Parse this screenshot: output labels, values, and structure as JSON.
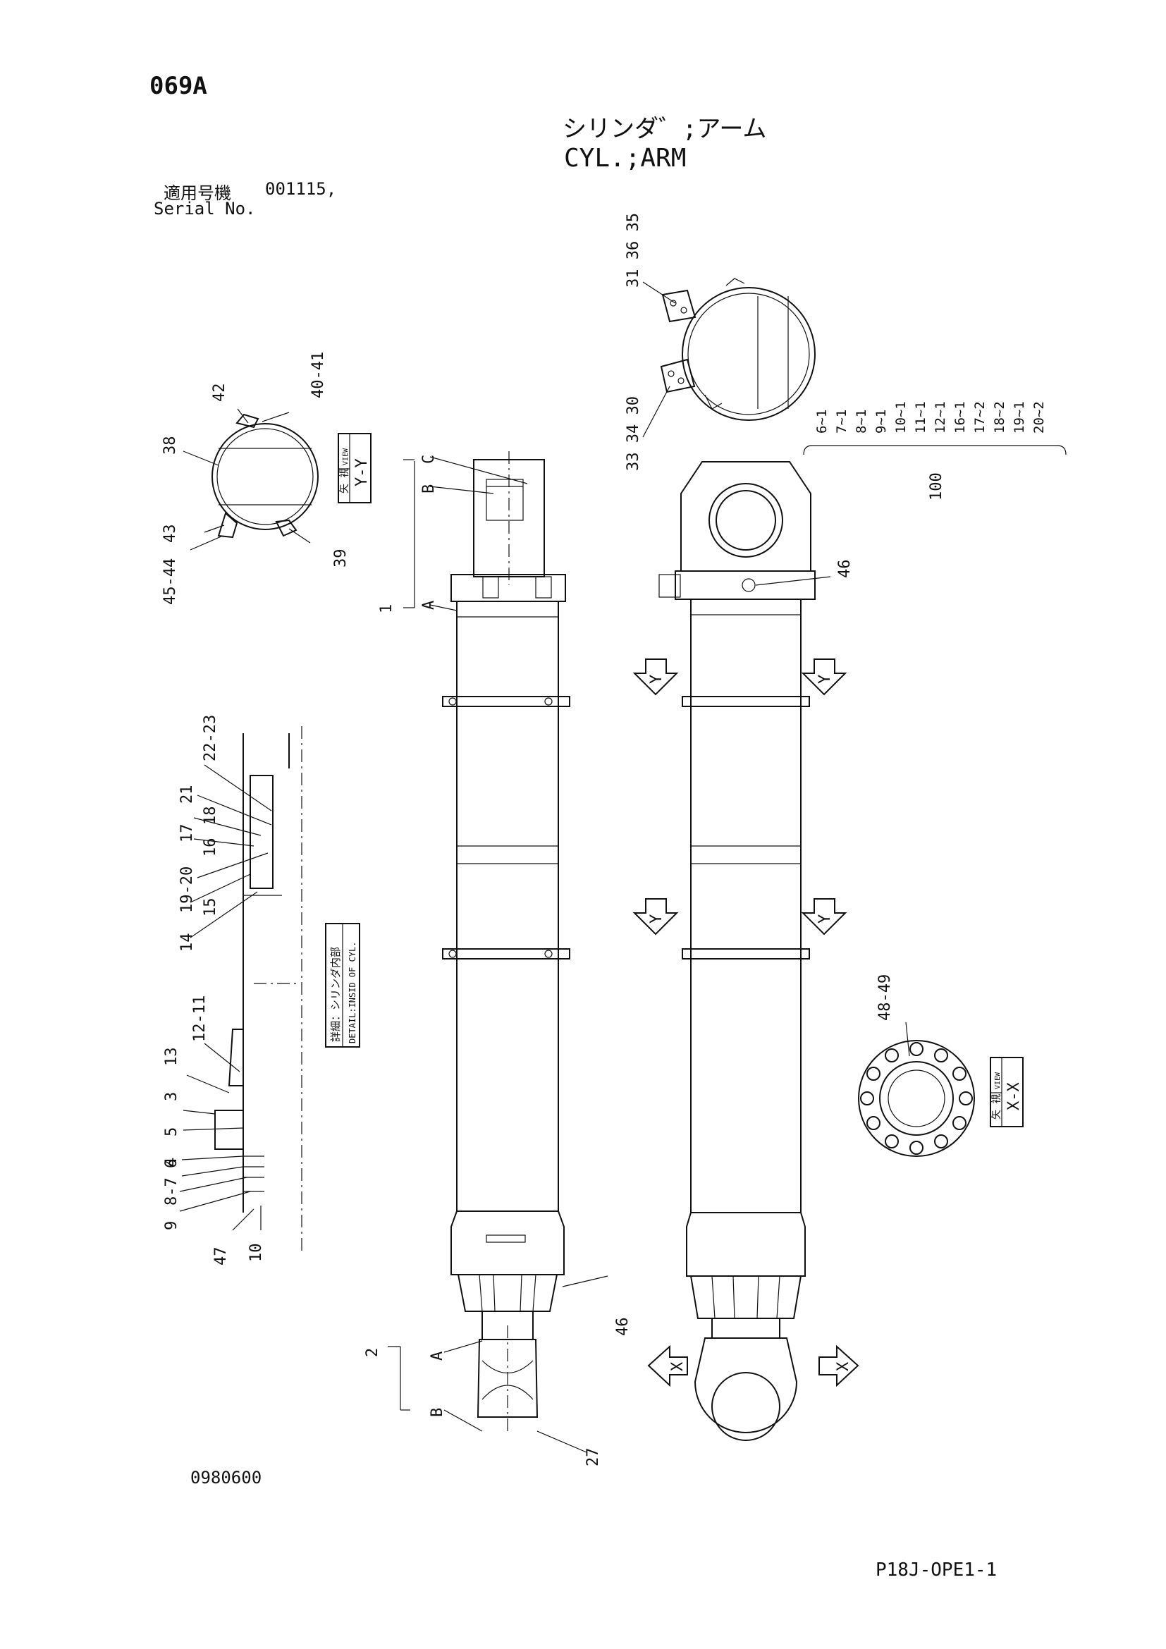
{
  "header": {
    "page_code": "069A",
    "title_jp": "シリンダ゛;アーム",
    "title_en": "CYL.;ARM",
    "serial_label_jp": "適用号機",
    "serial_value": "001115,",
    "serial_label_en": "Serial No."
  },
  "views": {
    "yy_kanji": "矢 視",
    "yy_view": "VIEW",
    "yy_name": "Y-Y",
    "xx_kanji": "矢 視",
    "xx_view": "VIEW",
    "xx_name": "X-X",
    "detail_jp": "詳細：シリンダ内部",
    "detail_en": "DETAIL:INSID OF CYL."
  },
  "callouts": {
    "c31": "31 36 35",
    "c33": "33 34 30",
    "c42": "42",
    "c4041": "40-41",
    "c38": "38",
    "c43": "43",
    "c4544": "45-44",
    "c39": "39",
    "c1": "1",
    "cA_top": "A",
    "cB_top": "B",
    "cC_top": "C",
    "c46_right": "46",
    "c46_left": "46",
    "c2": "2",
    "cA_bot": "A",
    "cB_bot": "B",
    "c27": "27",
    "c100": "100",
    "c4849": "48-49",
    "c2223": "22-23",
    "c21": "21",
    "c18": "18",
    "c17": "17",
    "c16": "16",
    "c1920": "19-20",
    "c15": "15",
    "c14": "14",
    "c1211": "12-11",
    "c13": "13",
    "c3": "3",
    "c5": "5",
    "c4": "4",
    "c876": "8-7 6",
    "c9": "9",
    "c47": "47",
    "c10": "10",
    "arrow_y": "Y",
    "arrow_x": "X"
  },
  "kit_list": [
    "6~1",
    "7~1",
    "8~1",
    "9~1",
    "10~1",
    "11~1",
    "12~1",
    "16~1",
    "17~2",
    "18~2",
    "19~1",
    "20~2"
  ],
  "footer": {
    "drawing_no": "0980600",
    "page_ref": "P18J-OPE1-1"
  }
}
